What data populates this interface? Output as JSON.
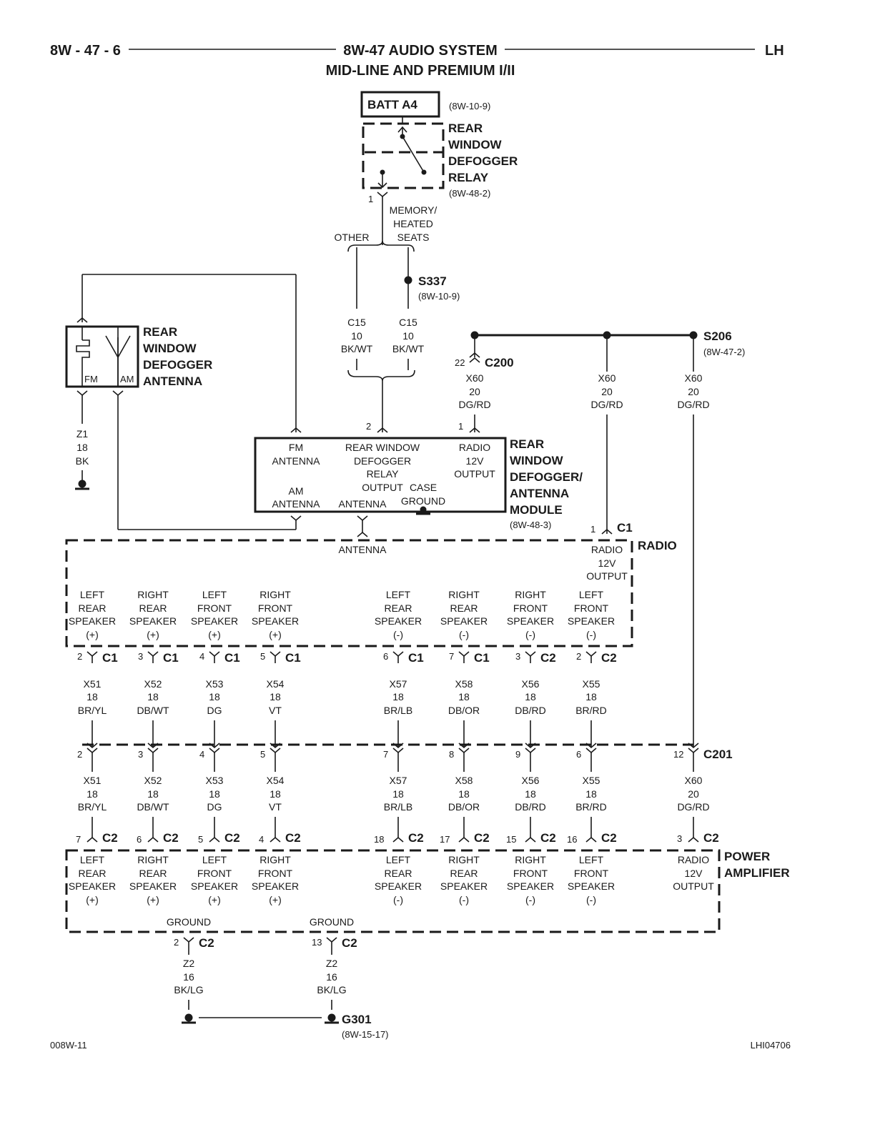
{
  "header": {
    "page_number": "8W - 47 - 6",
    "title": "8W-47 AUDIO SYSTEM",
    "subtitle": "MID-LINE AND PREMIUM I/II",
    "side": "LH"
  },
  "footer": {
    "left_code": "008W-11",
    "right_code": "LHI04706"
  },
  "relay": {
    "batt": "BATT A4",
    "batt_ref": "(8W-10-9)",
    "name_lines": [
      "REAR",
      "WINDOW",
      "DEFOGGER",
      "RELAY"
    ],
    "ref": "(8W-48-2)",
    "pin": "1",
    "branch_other": "OTHER",
    "branch_memory_lines": [
      "MEMORY/",
      "HEATED",
      "SEATS"
    ]
  },
  "splices": {
    "s337": {
      "name": "S337",
      "ref": "(8W-10-9)"
    },
    "s206": {
      "name": "S206",
      "ref": "(8W-47-2)"
    }
  },
  "c15_wires": [
    {
      "circuit": "C15",
      "gauge": "10",
      "color": "BK/WT"
    },
    {
      "circuit": "C15",
      "gauge": "10",
      "color": "BK/WT"
    }
  ],
  "c200": {
    "pin": "22",
    "name": "C200"
  },
  "x60_wires": [
    {
      "circuit": "X60",
      "gauge": "20",
      "color": "DG/RD"
    },
    {
      "circuit": "X60",
      "gauge": "20",
      "color": "DG/RD"
    },
    {
      "circuit": "X60",
      "gauge": "20",
      "color": "DG/RD"
    }
  ],
  "antenna": {
    "name_lines": [
      "REAR",
      "WINDOW",
      "DEFOGGER",
      "ANTENNA"
    ],
    "fm": "FM",
    "am": "AM",
    "wire": {
      "circuit": "Z1",
      "gauge": "18",
      "color": "BK"
    }
  },
  "module": {
    "name_lines": [
      "REAR",
      "WINDOW",
      "DEFOGGER/",
      "ANTENNA",
      "MODULE"
    ],
    "ref": "(8W-48-3)",
    "fm_lines": [
      "FM",
      "ANTENNA"
    ],
    "relay_lines": [
      "REAR WINDOW",
      "DEFOGGER",
      "RELAY",
      "OUTPUT"
    ],
    "radio_lines": [
      "RADIO",
      "12V",
      "OUTPUT"
    ],
    "am_lines": [
      "AM",
      "ANTENNA"
    ],
    "antenna": "ANTENNA",
    "case_lines": [
      "CASE",
      "GROUND"
    ],
    "pin_relay": "2",
    "pin_radio": "1"
  },
  "radio": {
    "name": "RADIO",
    "antenna": "ANTENNA",
    "output_lines": [
      "RADIO",
      "12V",
      "OUTPUT"
    ],
    "output_pin": "1",
    "output_conn": "C1"
  },
  "speakers": [
    {
      "lines": [
        "LEFT",
        "REAR",
        "SPEAKER",
        "(+)"
      ],
      "r_pin": "2",
      "r_conn": "C1",
      "circuit": "X51",
      "gauge": "18",
      "color": "BR/YL",
      "c201_pin": "2",
      "a_pin": "7",
      "a_conn": "C2"
    },
    {
      "lines": [
        "RIGHT",
        "REAR",
        "SPEAKER",
        "(+)"
      ],
      "r_pin": "3",
      "r_conn": "C1",
      "circuit": "X52",
      "gauge": "18",
      "color": "DB/WT",
      "c201_pin": "3",
      "a_pin": "6",
      "a_conn": "C2"
    },
    {
      "lines": [
        "LEFT",
        "FRONT",
        "SPEAKER",
        "(+)"
      ],
      "r_pin": "4",
      "r_conn": "C1",
      "circuit": "X53",
      "gauge": "18",
      "color": "DG",
      "c201_pin": "4",
      "a_pin": "5",
      "a_conn": "C2"
    },
    {
      "lines": [
        "RIGHT",
        "FRONT",
        "SPEAKER",
        "(+)"
      ],
      "r_pin": "5",
      "r_conn": "C1",
      "circuit": "X54",
      "gauge": "18",
      "color": "VT",
      "c201_pin": "5",
      "a_pin": "4",
      "a_conn": "C2"
    },
    {
      "lines": [
        "LEFT",
        "REAR",
        "SPEAKER",
        "(-)"
      ],
      "r_pin": "6",
      "r_conn": "C1",
      "circuit": "X57",
      "gauge": "18",
      "color": "BR/LB",
      "c201_pin": "7",
      "a_pin": "18",
      "a_conn": "C2"
    },
    {
      "lines": [
        "RIGHT",
        "REAR",
        "SPEAKER",
        "(-)"
      ],
      "r_pin": "7",
      "r_conn": "C1",
      "circuit": "X58",
      "gauge": "18",
      "color": "DB/OR",
      "c201_pin": "8",
      "a_pin": "17",
      "a_conn": "C2"
    },
    {
      "lines": [
        "RIGHT",
        "FRONT",
        "SPEAKER",
        "(-)"
      ],
      "r_pin": "3",
      "r_conn": "C2",
      "circuit": "X56",
      "gauge": "18",
      "color": "DB/RD",
      "c201_pin": "9",
      "a_pin": "15",
      "a_conn": "C2"
    },
    {
      "lines": [
        "LEFT",
        "FRONT",
        "SPEAKER",
        "(-)"
      ],
      "r_pin": "2",
      "r_conn": "C2",
      "circuit": "X55",
      "gauge": "18",
      "color": "BR/RD",
      "c201_pin": "6",
      "a_pin": "16",
      "a_conn": "C2"
    }
  ],
  "c201": {
    "name": "C201",
    "x60_pin": "12",
    "x60": {
      "circuit": "X60",
      "gauge": "20",
      "color": "DG/RD"
    }
  },
  "amplifier": {
    "name_lines": [
      "POWER",
      "AMPLIFIER"
    ],
    "output_lines": [
      "RADIO",
      "12V",
      "OUTPUT"
    ],
    "output_pin": "3",
    "output_conn": "C2",
    "grounds": [
      {
        "label": "GROUND",
        "pin": "2",
        "conn": "C2",
        "circuit": "Z2",
        "gauge": "16",
        "color": "BK/LG"
      },
      {
        "label": "GROUND",
        "pin": "13",
        "conn": "C2",
        "circuit": "Z2",
        "gauge": "16",
        "color": "BK/LG"
      }
    ],
    "g301": {
      "name": "G301",
      "ref": "(8W-15-17)"
    }
  }
}
